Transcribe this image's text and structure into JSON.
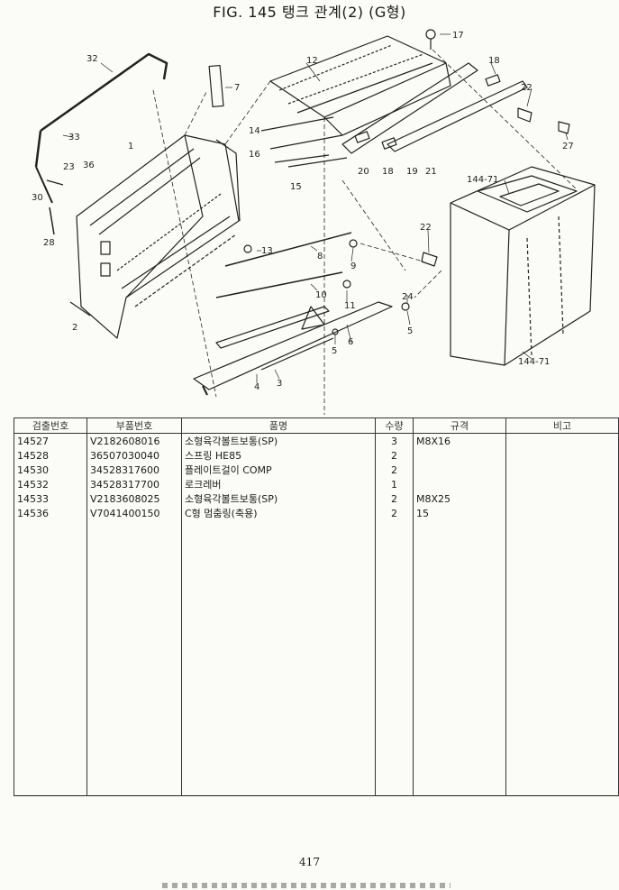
{
  "title": "FIG. 145 탱크 관계(2) (G형)",
  "diagram": {
    "callouts": [
      "32",
      "33",
      "30",
      "23",
      "36",
      "28",
      "1",
      "7",
      "2",
      "12",
      "14",
      "16",
      "15",
      "17",
      "18",
      "20",
      "18",
      "19",
      "21",
      "22",
      "27",
      "144-71",
      "13",
      "8",
      "9",
      "10",
      "11",
      "22",
      "24",
      "5",
      "6",
      "5",
      "4",
      "3",
      "144-71"
    ]
  },
  "table": {
    "headers": [
      "검출번호",
      "부품번호",
      "품명",
      "수량",
      "규격",
      "비고"
    ],
    "rows": [
      {
        "code": "14527",
        "part": "V2182608016",
        "name": "소형육각볼트보통(SP)",
        "qty": "3",
        "spec": "M8X16",
        "note": ""
      },
      {
        "code": "14528",
        "part": "36507030040",
        "name": "스프링 HE85",
        "qty": "2",
        "spec": "",
        "note": ""
      },
      {
        "code": "14530",
        "part": "34528317600",
        "name": "플레이트걸이 COMP",
        "qty": "2",
        "spec": "",
        "note": ""
      },
      {
        "code": "14532",
        "part": "34528317700",
        "name": "로크레버",
        "qty": "1",
        "spec": "",
        "note": ""
      },
      {
        "code": "14533",
        "part": "V2183608025",
        "name": "소형육각볼트보통(SP)",
        "qty": "2",
        "spec": "M8X25",
        "note": ""
      },
      {
        "code": "14536",
        "part": "V7041400150",
        "name": "C형 멈춤링(축용)",
        "qty": "2",
        "spec": "15",
        "note": ""
      }
    ]
  },
  "page_number": "417"
}
